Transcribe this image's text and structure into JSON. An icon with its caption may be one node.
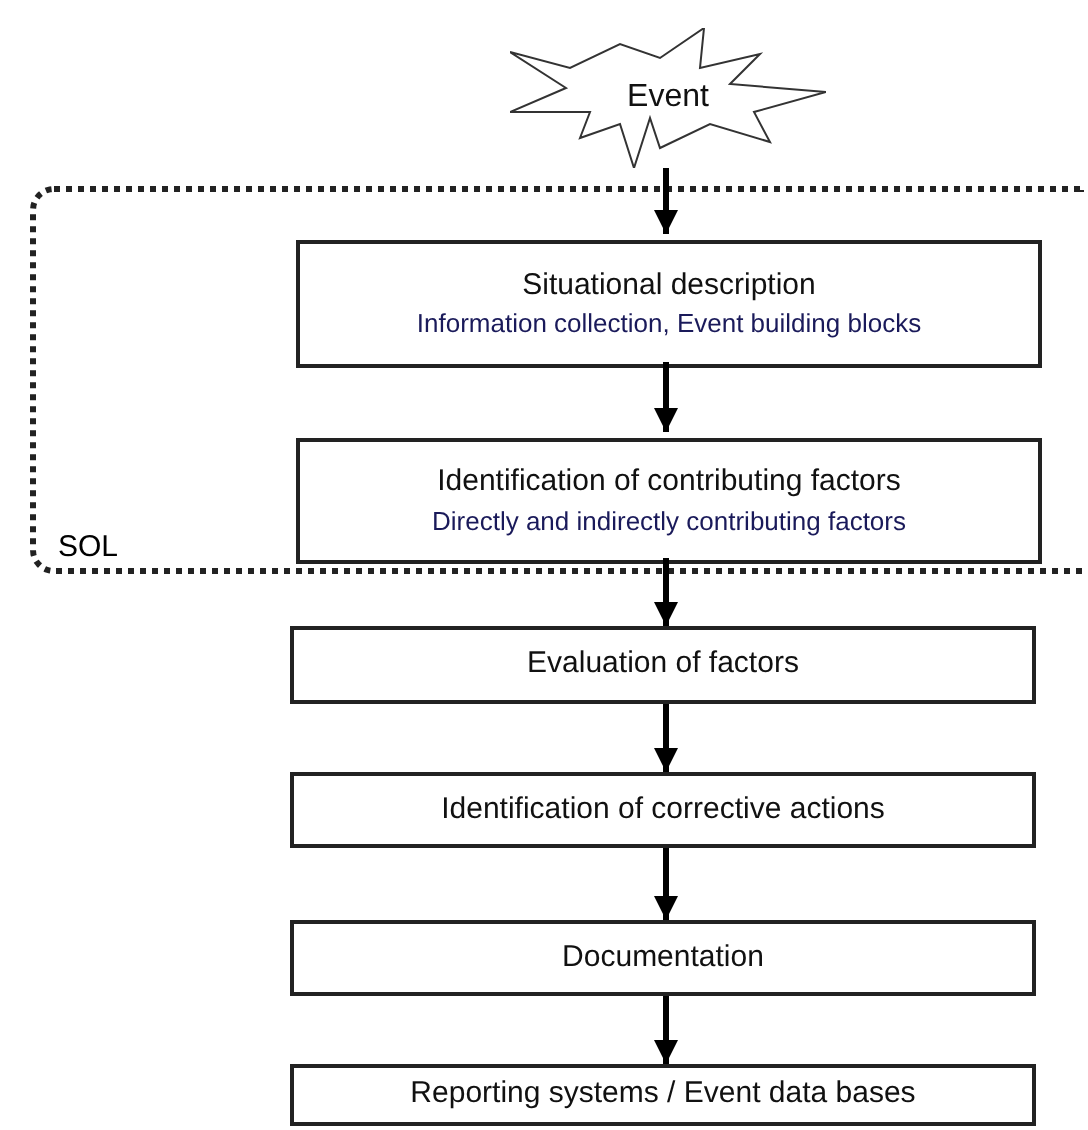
{
  "diagram": {
    "nodes": [
      {
        "text": [
          "Event"
        ]
      },
      {
        "text": [
          "SOL"
        ]
      },
      {
        "text": [
          "Situational description",
          "Information collection, Event building blocks"
        ],
        "in": 1
      },
      {
        "text": [
          "Identification of contributing factors",
          "Directly and indirectly contributing factors"
        ],
        "in": 1
      },
      {
        "text": [
          "Evaluation of factors"
        ]
      },
      {
        "text": [
          "Identification of corrective actions"
        ]
      },
      {
        "text": [
          "Documentation"
        ]
      },
      {
        "text": [
          "Reporting systems / Event data bases"
        ]
      }
    ],
    "edges": [
      {
        "from": 0,
        "to": 2,
        "arrow": "to"
      },
      {
        "from": 2,
        "to": 3,
        "arrow": "to"
      },
      {
        "from": 3,
        "to": 4,
        "arrow": "to"
      },
      {
        "from": 4,
        "to": 5,
        "arrow": "to"
      },
      {
        "from": 5,
        "to": 6,
        "arrow": "to"
      },
      {
        "from": 6,
        "to": 7,
        "arrow": "to"
      }
    ]
  }
}
